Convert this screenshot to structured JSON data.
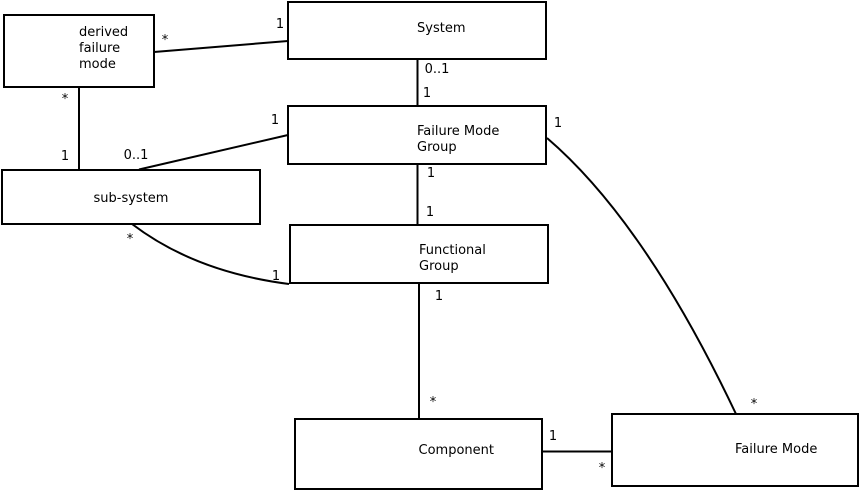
{
  "diagram": {
    "type": "uml-class-diagram",
    "colors": {
      "background": "#ffffff",
      "line": "#000000",
      "text": "#000000"
    },
    "boxes": {
      "derived_failure_mode": {
        "lines": [
          "derived",
          "failure",
          "mode"
        ]
      },
      "system": {
        "label": "System"
      },
      "failure_mode_group": {
        "lines": [
          "Failure Mode",
          "Group"
        ]
      },
      "sub_system": {
        "label": "sub-system"
      },
      "functional_group": {
        "lines": [
          "Functional",
          "Group"
        ]
      },
      "component": {
        "label": "Component"
      },
      "failure_mode": {
        "label": "Failure Mode"
      }
    },
    "multiplicities": {
      "derived_end_of_system_link": "*",
      "system_end_of_derived_link": "1",
      "derived_end_of_subsystem_link": "*",
      "system_end_of_fmg_link": "0..1",
      "fmg_end_of_system_link": "1",
      "subsystem_end_of_derived_link": "1",
      "subsystem_end_of_fmg_link": "0..1",
      "fmg_end_of_subsystem_link": "1",
      "fmg_end_of_failuremode_curve": "1",
      "fmg_end_of_functionalgroup_link": "1",
      "functionalgroup_end_of_fmg_link": "1",
      "functionalgroup_end_of_subsystem_curve": "1",
      "subsystem_end_of_functionalgroup_curve": "*",
      "functionalgroup_end_of_component_link": "1",
      "component_end_of_functionalgroup_link": "*",
      "component_end_of_failuremode_link": "1",
      "failuremode_end_of_component_link": "*",
      "failuremode_end_of_fmg_curve": "*"
    }
  }
}
